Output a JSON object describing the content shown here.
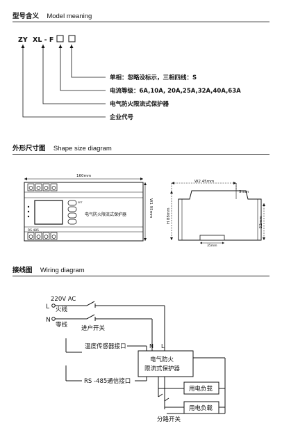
{
  "model_section": {
    "title_cn": "型号含义",
    "title_en": "Model meaning",
    "code_zy": "ZY",
    "code_xlf": "XL - F",
    "items": [
      "单相：忽略没标示，三相四线：S",
      "电流等级：6A,10A, 20A,25A,32A,40A,63A",
      "电气防火限流式保护器",
      "企业代号"
    ]
  },
  "shape_section": {
    "title_cn": "外形尺寸图",
    "title_en": "Shape size diagram",
    "front": {
      "width_label": "160mm",
      "height_label": "W1 95mm",
      "device_name": "电气防火限流式保护器",
      "led_label": "SET",
      "bottom_label": "RS 485"
    },
    "side": {
      "w2_label": "W2  45mm",
      "h_label": "H  88mm",
      "top_label": "9mm",
      "right_label": "52mm",
      "bottom_label": "35mm"
    }
  },
  "wiring_section": {
    "title_cn": "接线图",
    "title_en": "Wiring diagram",
    "L": "L",
    "N": "N",
    "voltage": "220V   AC",
    "live": "火线",
    "neutral": "零线",
    "main_switch": "进户开关",
    "temp_sensor": "温度传感器接口",
    "rs485": "RS -485通信接口",
    "device_line1": "电气防火",
    "device_line2": "限流式保护器",
    "terminal_N": "N",
    "terminal_L": "L",
    "load1": "用电负载",
    "load2": "用电负载",
    "branch_switch": "分路开关"
  }
}
